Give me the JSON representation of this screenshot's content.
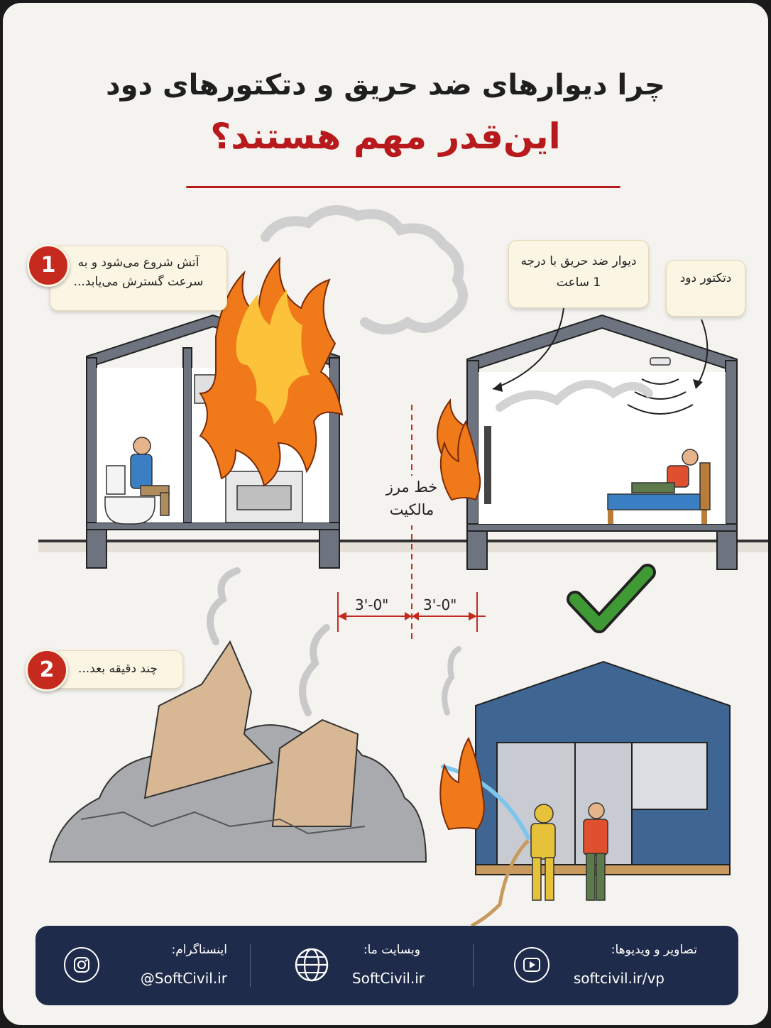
{
  "title": {
    "line1": "چرا دیوارهای ضد حریق و دتکتورهای دود",
    "line2": "این‌قدر مهم هستند؟"
  },
  "step1": {
    "number": "1",
    "text": "آتش شروع می‌شود و به سرعت گسترش می‌یابد..."
  },
  "step2": {
    "number": "2",
    "text": "چند دقیقه بعد..."
  },
  "callouts": {
    "firewall": "دیوار ضد حریق با درجه 1 ساعت",
    "smoke_detector": "دتکتور دود",
    "property_line": "خط مرز مالکیت"
  },
  "dimensions": {
    "left": "3'-0\"",
    "right": "3'-0\""
  },
  "footer": {
    "instagram_label": "اینستاگرام:",
    "instagram_value": "@SoftCivil.ir",
    "website_label": "وبسایت ما:",
    "website_value": "SoftCivil.ir",
    "videos_label": "تصاویر و ویدیوها:",
    "videos_value": "softcivil.ir/vp"
  },
  "colors": {
    "accent_red": "#b8191d",
    "footer_navy": "#1f2b4a",
    "check_green": "#3f9a35",
    "house_blue": "#3f6693"
  }
}
